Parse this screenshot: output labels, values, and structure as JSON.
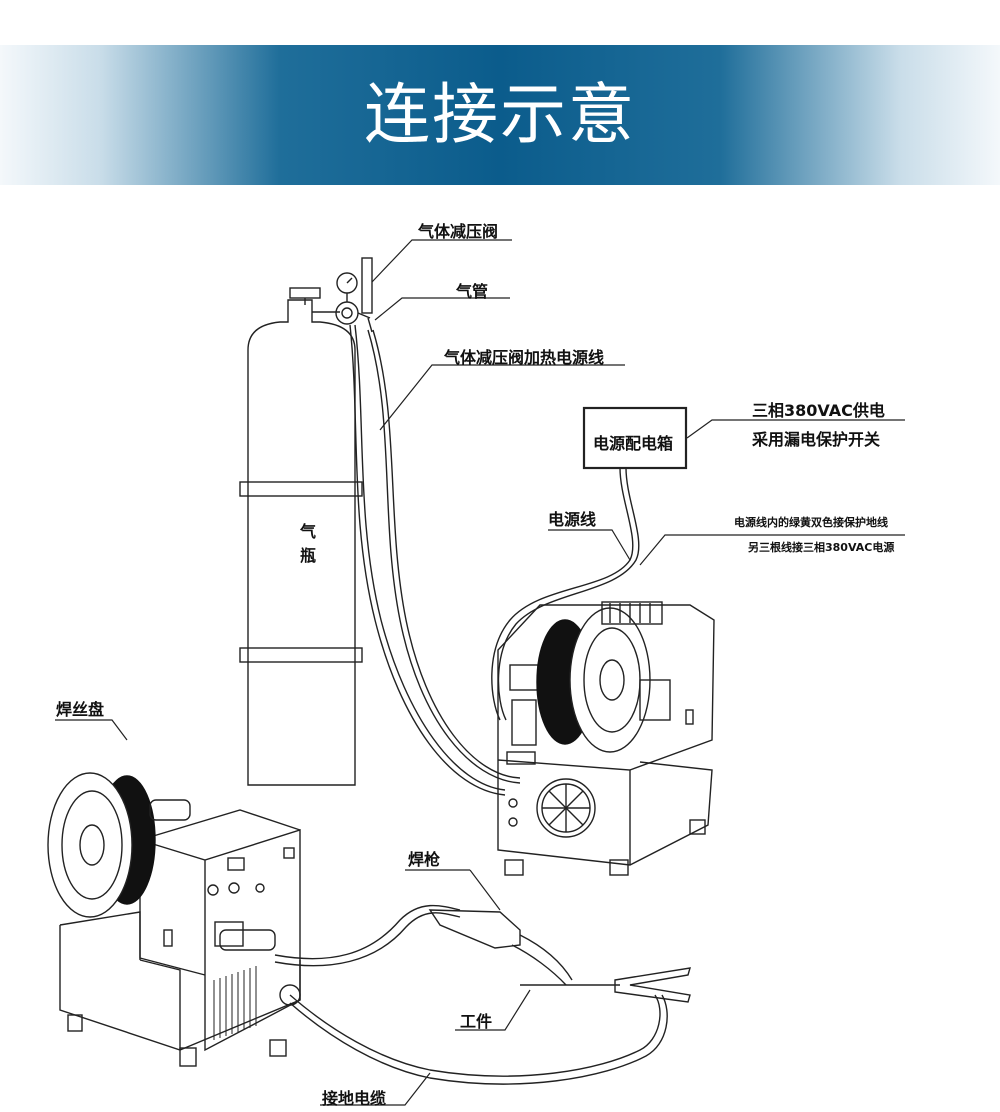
{
  "title": "连接示意",
  "labels": {
    "gas_regulator": "气体减压阀",
    "gas_hose": "气管",
    "regulator_heater_cable": "气体减压阀加热电源线",
    "gas_cylinder_line1": "气",
    "gas_cylinder_line2": "瓶",
    "distribution_box": "电源配电箱",
    "supply_line1": "三相380VAC供电",
    "supply_line2": "采用漏电保护开关",
    "power_cable": "电源线",
    "ground_note_line1": "电源线内的绿黄双色接保护地线",
    "ground_note_line2": "另三根线接三相380VAC电源",
    "wire_spool": "焊丝盘",
    "torch": "焊枪",
    "workpiece": "工件",
    "ground_cable": "接地电缆"
  }
}
